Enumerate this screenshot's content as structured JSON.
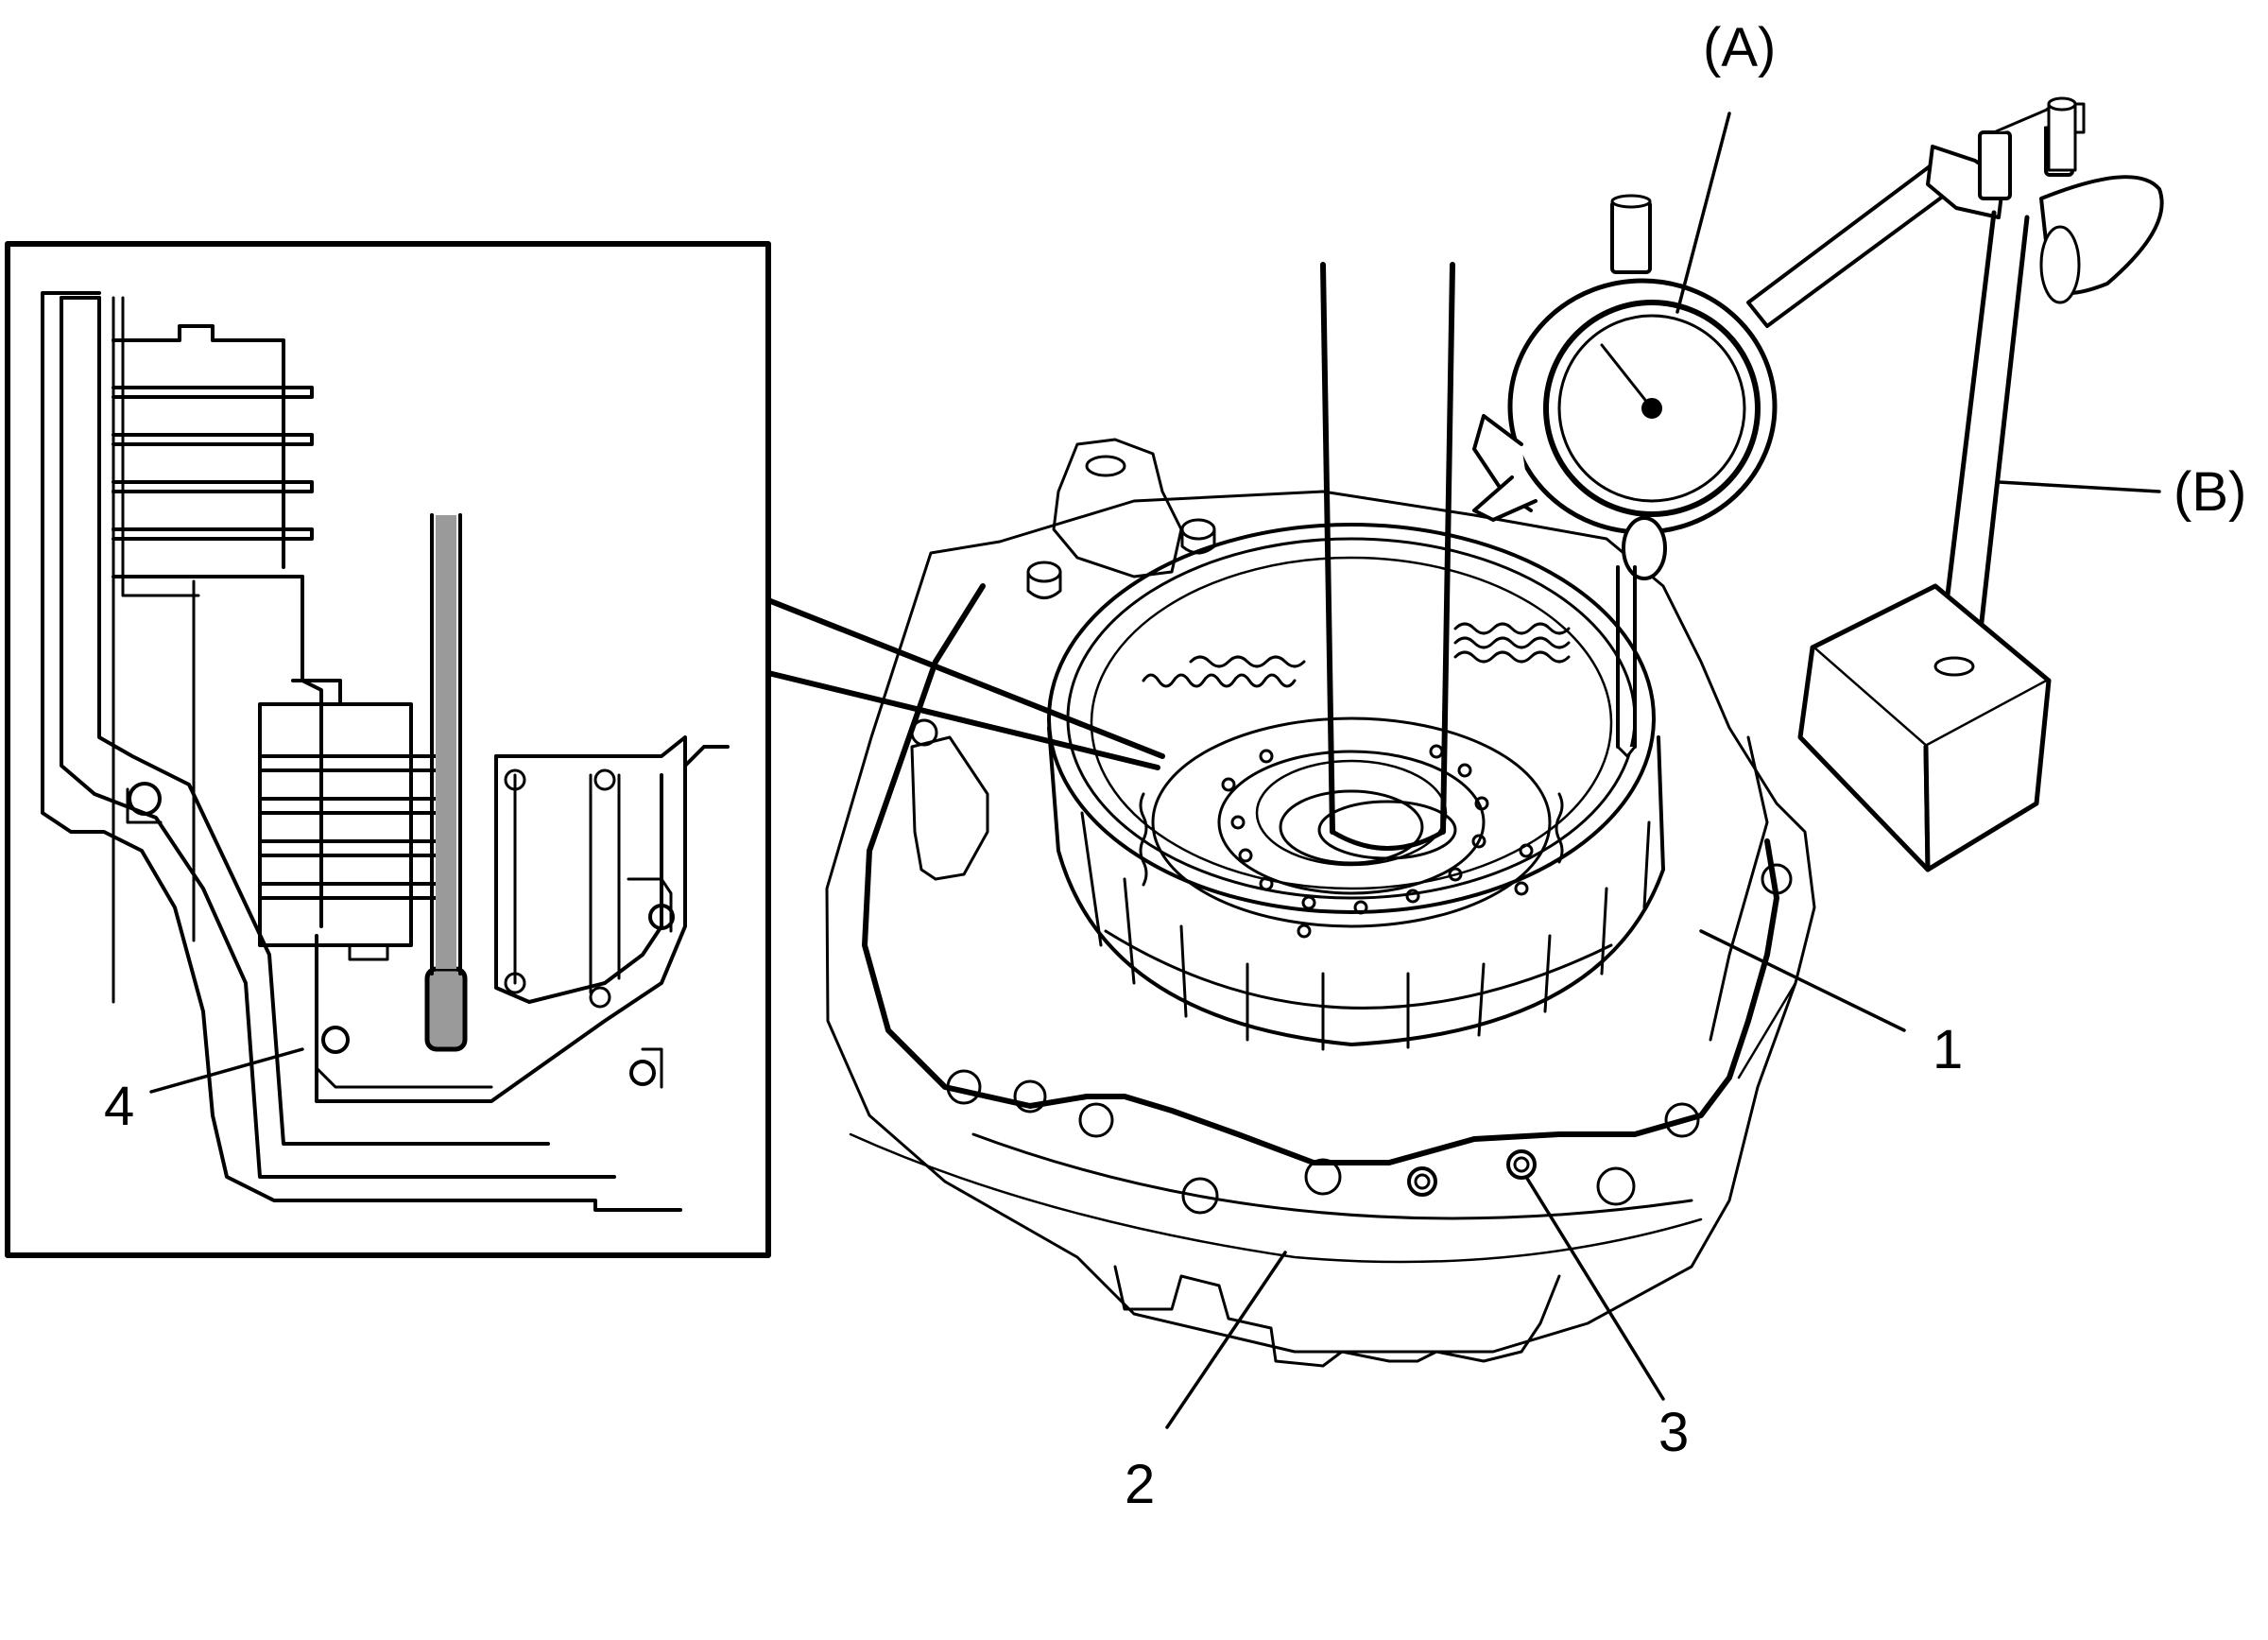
{
  "figure": {
    "labels": {
      "a": "(A)",
      "b": "(B)",
      "one": "1",
      "two": "2",
      "three": "3",
      "four": "4"
    }
  },
  "colors": {
    "ink": "#000000",
    "paper": "#ffffff",
    "rod": "#9a9a9a"
  }
}
